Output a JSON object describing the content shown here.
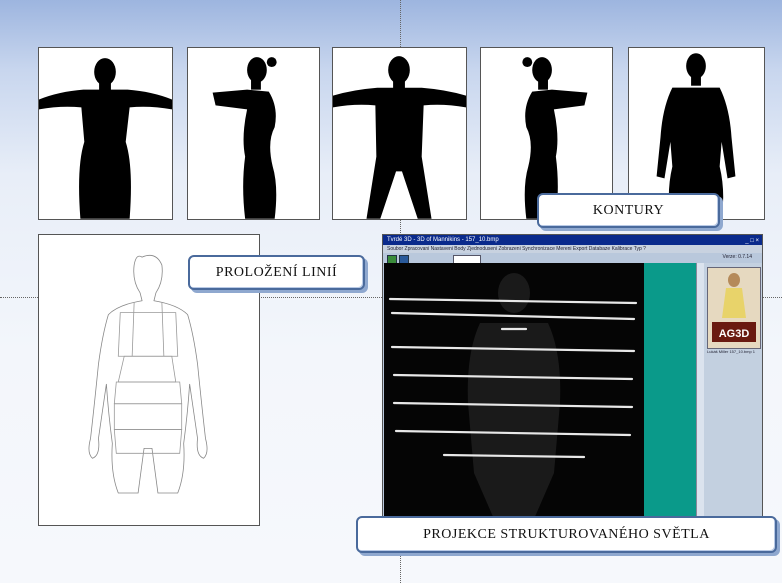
{
  "labels": {
    "kontury": "KONTURY",
    "prolozeni": "PROLOŽENÍ LINIÍ",
    "projekce": "PROJEKCE STRUKTUROVANÉHO SVĚTLA"
  },
  "app": {
    "title": "Tvrdé 3D - 3D of Mannikins - 157_10.bmp",
    "menu": "Soubor  Zpracovani  Nastaveni  Body  Zjednoduseni  Zobrazeni  Synchronizace  Mereni  Export  Databaze  Kalibrace  Typ  ?",
    "version": "Verze: 0.7.14",
    "thumb_logo": "AG3D",
    "side_caption": "Lukáš Miller 157_10.bmp 1"
  },
  "colors": {
    "background_top": "#9db5df",
    "label_border": "#4a6a9c",
    "app_title": "#0a2a8c",
    "app_teal": "#0a9a8a"
  }
}
